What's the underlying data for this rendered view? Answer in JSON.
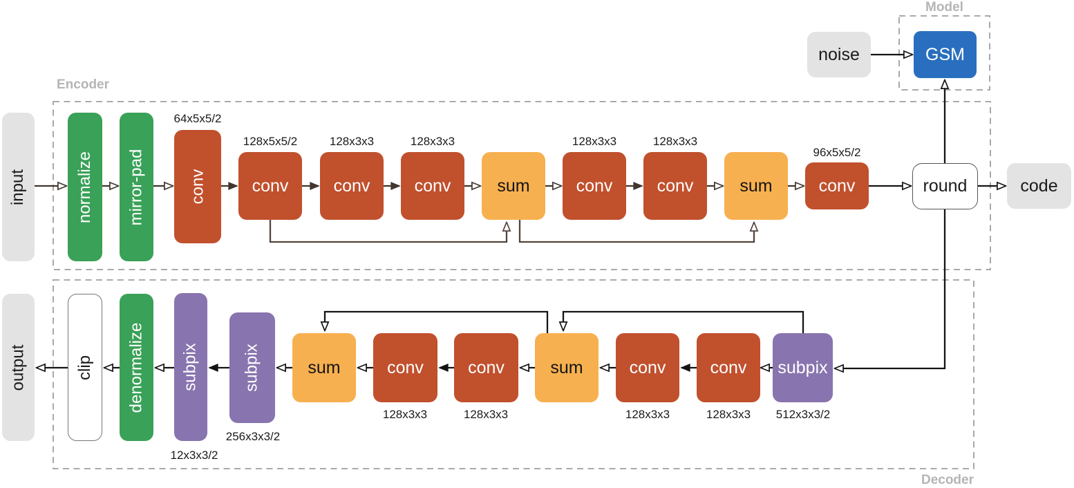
{
  "colors": {
    "green": "#3aa158",
    "red": "#c1502d",
    "yellow": "#f7b04f",
    "purple": "#8874ae",
    "blue": "#2a6fbf",
    "gray_box": "#e3e3e3",
    "dashed_border": "#9e9e9e",
    "section_label": "#b5b5b5"
  },
  "model": {
    "section_label": "Model",
    "noise_label": "noise",
    "gsm_label": "GSM"
  },
  "encoder": {
    "section_label": "Encoder",
    "input_label": "input",
    "normalize_label": "normalize",
    "mirrorpad_label": "mirror-pad",
    "conv1": {
      "label": "conv",
      "dims": "64x5x5/2"
    },
    "conv2": {
      "label": "conv",
      "dims": "128x5x5/2"
    },
    "conv3": {
      "label": "conv",
      "dims": "128x3x3"
    },
    "conv4": {
      "label": "conv",
      "dims": "128x3x3"
    },
    "sum1_label": "sum",
    "conv5": {
      "label": "conv",
      "dims": "128x3x3"
    },
    "conv6": {
      "label": "conv",
      "dims": "128x3x3"
    },
    "sum2_label": "sum",
    "conv7": {
      "label": "conv",
      "dims": "96x5x5/2"
    },
    "round_label": "round",
    "code_label": "code"
  },
  "decoder": {
    "section_label": "Decoder",
    "output_label": "output",
    "clip_label": "clip",
    "denormalize_label": "denormalize",
    "subpix1": {
      "label": "subpix",
      "dims": "12x3x3/2"
    },
    "subpix2": {
      "label": "subpix",
      "dims": "256x3x3/2"
    },
    "sum1_label": "sum",
    "conv1": {
      "label": "conv",
      "dims": "128x3x3"
    },
    "conv2": {
      "label": "conv",
      "dims": "128x3x3"
    },
    "sum2_label": "sum",
    "conv3": {
      "label": "conv",
      "dims": "128x3x3"
    },
    "conv4": {
      "label": "conv",
      "dims": "128x3x3"
    },
    "subpix3": {
      "label": "subpix",
      "dims": "512x3x3/2"
    }
  }
}
